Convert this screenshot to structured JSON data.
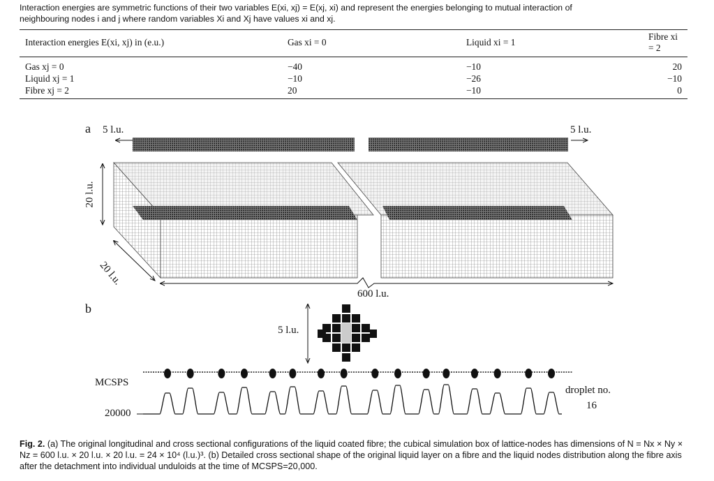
{
  "intro": {
    "line1": "Interaction energies are symmetric functions of their two variables E(xi, xj) = E(xj, xi) and represent the energies belonging to mutual interaction of",
    "line2": "neighbouring nodes i and j where random variables Xi and Xj have values xi and xj."
  },
  "table": {
    "headers": [
      "Interaction energies E(xi, xj) in (e.u.)",
      "Gas xi = 0",
      "Liquid xi = 1",
      "Fibre xi = 2"
    ],
    "rows": [
      {
        "label": "Gas xj = 0",
        "values": [
          "−40",
          "−10",
          "20"
        ]
      },
      {
        "label": "Liquid xj = 1",
        "values": [
          "−10",
          "−26",
          "−10"
        ]
      },
      {
        "label": "Fibre xj = 2",
        "values": [
          "20",
          "−10",
          "0"
        ]
      }
    ]
  },
  "figure": {
    "panel_a": "a",
    "panel_b": "b",
    "dim_left_5": "5 l.u.",
    "dim_right_5": "5 l.u.",
    "dim_height": "20 l.u.",
    "dim_depth": "20 l.u.",
    "dim_length": "600 l.u.",
    "dim_cross": "5 l.u.",
    "mcsps_label": "MCSPS",
    "mcsps_value": "20000",
    "droplet_label": "droplet no.",
    "droplet_count": "16"
  },
  "caption": {
    "label": "Fig. 2.",
    "text": "(a) The original longitudinal and cross sectional configurations of the liquid coated fibre; the cubical simulation box of lattice-nodes has dimensions of N = Nx × Ny × Nz = 600 l.u. × 20 l.u. × 20 l.u. = 24 × 10⁴ (l.u.)³. (b) Detailed cross sectional shape of the original liquid layer on a fibre and the liquid nodes distribution along the fibre axis after the detachment into individual unduloids at the time of MCSPS=20,000."
  },
  "colors": {
    "ink": "#111111",
    "grid": "#555555",
    "face": "#ffffff"
  }
}
